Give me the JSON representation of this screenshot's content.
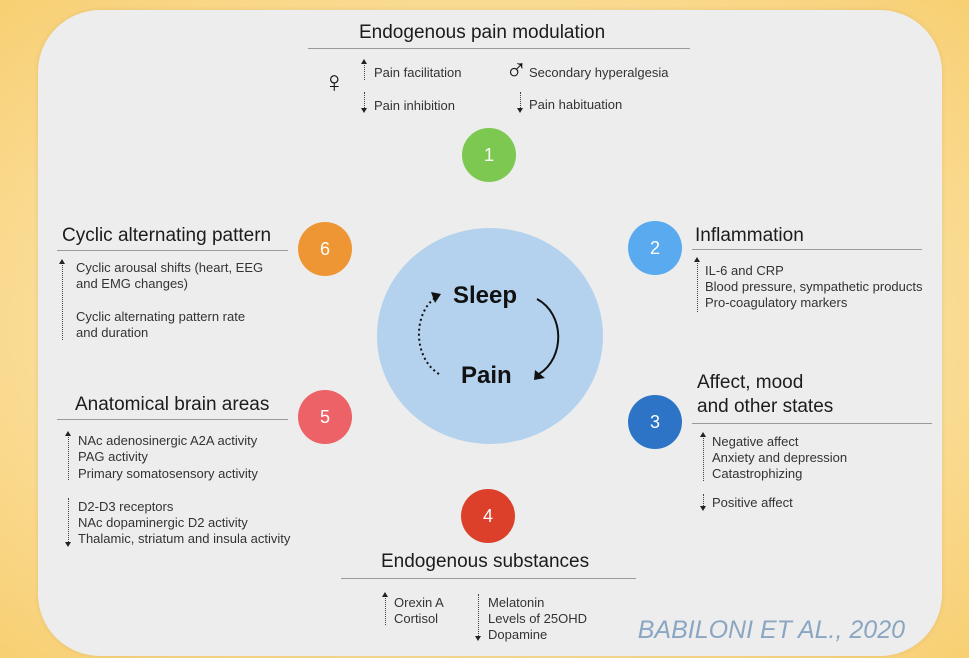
{
  "pain_modulation": {
    "heading": "Endogenous pain modulation",
    "female_symbol": "♀",
    "male_symbol": "♂",
    "female_up": "Pain facilitation",
    "female_down": "Pain inhibition",
    "male_up": "Secondary hyperalgesia",
    "male_down": "Pain habituation"
  },
  "numbers": {
    "n1": "1",
    "n2": "2",
    "n3": "3",
    "n4": "4",
    "n5": "5",
    "n6": "6"
  },
  "colors": {
    "n1": "#7cc850",
    "n2": "#5aaaf0",
    "n3": "#2e74c6",
    "n4": "#dc3f2a",
    "n5": "#ec6266",
    "n6": "#ef9634",
    "center": "#b4d2ee"
  },
  "center": {
    "top": "Sleep",
    "bottom": "Pain"
  },
  "inflammation": {
    "heading": "Inflammation",
    "items": [
      "IL-6 and CRP",
      "Blood pressure, sympathetic products",
      "Pro-coagulatory markers"
    ]
  },
  "affect": {
    "heading_line1": "Affect, mood",
    "heading_line2": "and other states",
    "up_items": [
      "Negative affect",
      "Anxiety and depression",
      "Catastrophizing"
    ],
    "down_items": [
      "Positive affect"
    ]
  },
  "substances": {
    "heading": "Endogenous substances",
    "up_items": [
      "Orexin A",
      "Cortisol"
    ],
    "down_items": [
      "Melatonin",
      "Levels of 25OHD",
      "Dopamine"
    ]
  },
  "brain": {
    "heading": "Anatomical brain areas",
    "up_items": [
      "NAc adenosinergic A2A activity",
      "PAG activity",
      "Primary somatosensory activity"
    ],
    "down_items": [
      "D2-D3 receptors",
      "NAc dopaminergic D2 activity",
      "Thalamic, striatum and insula activity"
    ]
  },
  "cap": {
    "heading": "Cyclic alternating pattern",
    "items": [
      "Cyclic arousal shifts (heart, EEG",
      "and EMG changes)",
      "Cyclic alternating pattern rate",
      "and duration"
    ]
  },
  "credit": "BABILONI ET AL., 2020"
}
